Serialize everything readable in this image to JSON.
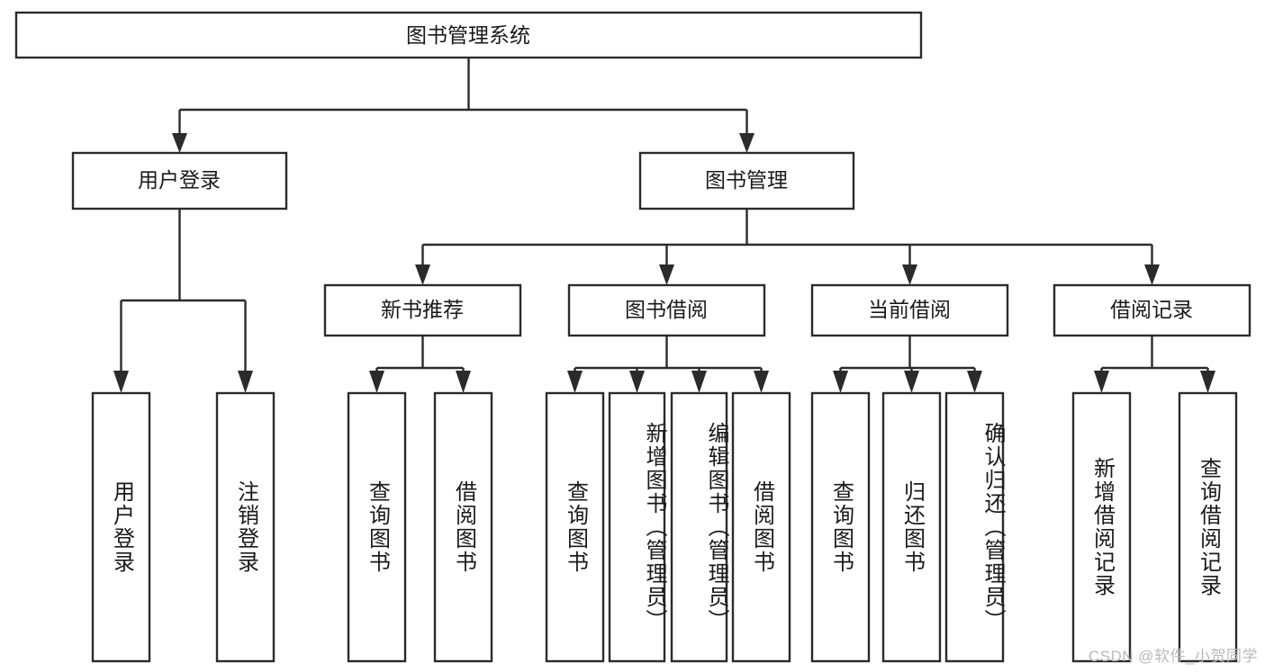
{
  "diagram": {
    "title": "图书管理系统",
    "type": "hierarchy-tree",
    "watermark": "CSDN @软件_小贺同学",
    "colors": {
      "stroke": "#2b2b2b",
      "fill": "#ffffff",
      "text": "#1a1a1a",
      "watermark": "#b9b9b9"
    },
    "levels": {
      "root": {
        "label": "图书管理系统",
        "orientation": "horizontal"
      },
      "level2": [
        {
          "label": "用户登录",
          "orientation": "horizontal"
        },
        {
          "label": "图书管理",
          "orientation": "horizontal"
        }
      ],
      "level3": [
        {
          "label": "新书推荐",
          "orientation": "horizontal"
        },
        {
          "label": "图书借阅",
          "orientation": "horizontal"
        },
        {
          "label": "当前借阅",
          "orientation": "horizontal"
        },
        {
          "label": "借阅记录",
          "orientation": "horizontal"
        }
      ],
      "leaves": [
        {
          "label": "用户登录",
          "orientation": "vertical",
          "parent": "用户登录"
        },
        {
          "label": "注销登录",
          "orientation": "vertical",
          "parent": "用户登录"
        },
        {
          "label": "查询图书",
          "orientation": "vertical",
          "parent": "新书推荐"
        },
        {
          "label": "借阅图书",
          "orientation": "vertical",
          "parent": "新书推荐"
        },
        {
          "label": "查询图书",
          "orientation": "vertical",
          "parent": "图书借阅"
        },
        {
          "label": "新增图书（管理员）",
          "orientation": "vertical",
          "parent": "图书借阅"
        },
        {
          "label": "编辑图书（管理员）",
          "orientation": "vertical",
          "parent": "图书借阅"
        },
        {
          "label": "借阅图书",
          "orientation": "vertical",
          "parent": "图书借阅"
        },
        {
          "label": "查询图书",
          "orientation": "vertical",
          "parent": "当前借阅"
        },
        {
          "label": "归还图书",
          "orientation": "vertical",
          "parent": "当前借阅"
        },
        {
          "label": "确认归还（管理员）",
          "orientation": "vertical",
          "parent": "当前借阅"
        },
        {
          "label": "新增借阅记录",
          "orientation": "vertical",
          "parent": "借阅记录"
        },
        {
          "label": "查询借阅记录",
          "orientation": "vertical",
          "parent": "借阅记录"
        }
      ]
    }
  }
}
